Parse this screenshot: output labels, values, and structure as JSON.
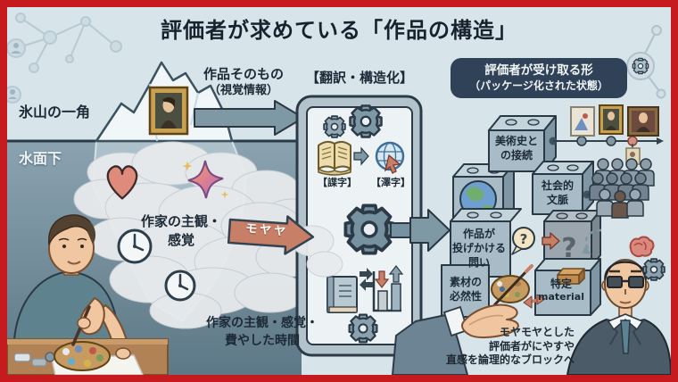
{
  "title": "評価者が求めている「作品の構造」",
  "colors": {
    "frame_red": "#c51b1f",
    "background": "#d7e4ea",
    "package_box_navy": "#2f4257",
    "moyamoya_arrow_salmon": "#c87f67",
    "block_grey_blue": "#a7bcc7",
    "water": "#6f8a99"
  },
  "left": {
    "tip_label": "氷山の一角",
    "underwater_label": "水面下",
    "artwork_label": [
      "作品そのもの",
      "（視覚情報）"
    ],
    "subjectivity_label": [
      "作家の主観・",
      "感覚"
    ],
    "hidden_label": [
      "作家の主観・感覚・",
      "費やした時間"
    ],
    "moyamoya": "モヤヤ"
  },
  "center": {
    "heading": "【翻訳・構造化】",
    "tag_left": "【諜字】",
    "tag_right": "【澤字】"
  },
  "right": {
    "package_heading": [
      "評価者が受け取る形",
      "（パッケージ化された状態）"
    ],
    "blocks": {
      "art_history": [
        "美術史と",
        "の接続"
      ],
      "social": [
        "社会的",
        "文脈"
      ],
      "question": [
        "作品が",
        "投げかける",
        "問い"
      ],
      "material": [
        "素材の",
        "必然性"
      ],
      "specific": [
        "特定",
        "material"
      ]
    },
    "question_mark": "?",
    "footnote": [
      "モヤモヤとした",
      "評価者がにやすや",
      "直感を論理的なブロックへ"
    ]
  }
}
